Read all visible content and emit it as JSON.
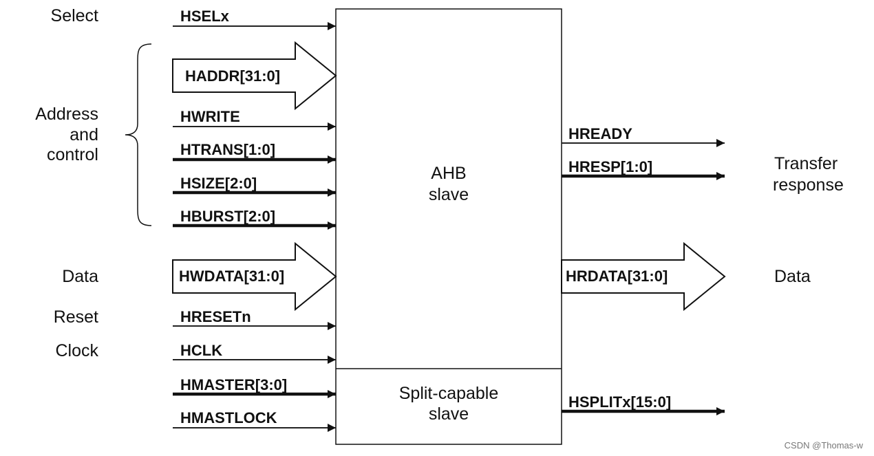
{
  "group_labels": {
    "select": "Select",
    "address_line1": "Address",
    "address_line2": "and",
    "address_line3": "control",
    "data_in": "Data",
    "reset": "Reset",
    "clock": "Clock",
    "transfer_line1": "Transfer",
    "transfer_line2": "response",
    "data_out": "Data"
  },
  "blocks": {
    "ahb_slave_line1": "AHB",
    "ahb_slave_line2": "slave",
    "split_line1": "Split-capable",
    "split_line2": "slave"
  },
  "input_signals": {
    "hsel": "HSELx",
    "haddr": "HADDR[31:0]",
    "hwrite": "HWRITE",
    "htrans": "HTRANS[1:0]",
    "hsize": "HSIZE[2:0]",
    "hburst": "HBURST[2:0]",
    "hwdata": "HWDATA[31:0]",
    "hresetn": "HRESETn",
    "hclk": "HCLK",
    "hmaster": "HMASTER[3:0]",
    "hmastlock": "HMASTLOCK"
  },
  "output_signals": {
    "hready": "HREADY",
    "hresp": "HRESP[1:0]",
    "hrdata": "HRDATA[31:0]",
    "hsplit": "HSPLITx[15:0]"
  },
  "watermark": "CSDN @Thomas-w"
}
